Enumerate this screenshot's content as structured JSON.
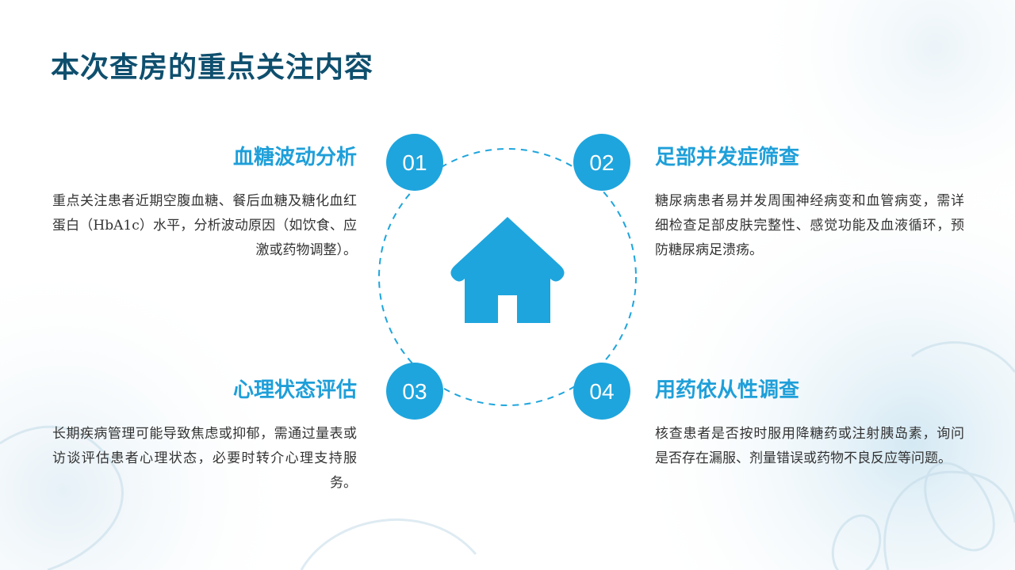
{
  "page": {
    "title": "本次查房的重点关注内容"
  },
  "center": {
    "icon": "house-icon",
    "accent_color": "#1ea5dd"
  },
  "items": [
    {
      "number": "01",
      "heading": "血糖波动分析",
      "body": "重点关注患者近期空腹血糖、餐后血糖及糖化血红蛋白（HbA1c）水平，分析波动原因（如饮食、应激或药物调整）。"
    },
    {
      "number": "02",
      "heading": "足部并发症筛查",
      "body": "糖尿病患者易并发周围神经病变和血管病变，需详细检查足部皮肤完整性、感觉功能及血液循环，预防糖尿病足溃疡。"
    },
    {
      "number": "03",
      "heading": "心理状态评估",
      "body": "长期疾病管理可能导致焦虑或抑郁，需通过量表或访谈评估患者心理状态，必要时转介心理支持服务。"
    },
    {
      "number": "04",
      "heading": "用药依从性调查",
      "body": "核查患者是否按时服用降糖药或注射胰岛素，询问是否存在漏服、剂量错误或药物不良反应等问题。"
    }
  ]
}
